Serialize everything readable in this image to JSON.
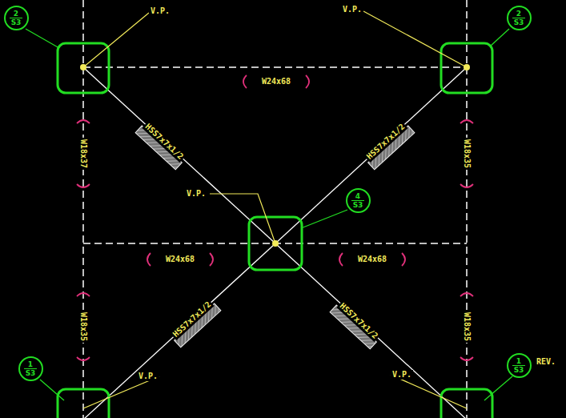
{
  "diagram": {
    "nodes": [
      {
        "text": [
          "2",
          "S3"
        ]
      },
      {
        "text": [
          "2",
          "S3"
        ]
      },
      {
        "text": [
          "4",
          "S3"
        ]
      },
      {
        "text": [
          "1",
          "S3"
        ]
      },
      {
        "text": [
          "1",
          "S3"
        ]
      }
    ],
    "labels": [
      "V.P.",
      "V.P.",
      "V.P.",
      "V.P.",
      "V.P.",
      "W24x68",
      "W24x68",
      "W24x68",
      "W18x37",
      "W18x35",
      "W18x35",
      "W18x35",
      "HSS7x7x1/2",
      "HSS7x7x1/2",
      "HSS7x7x1/2",
      "HSS7x7x1/2",
      "REV."
    ]
  }
}
